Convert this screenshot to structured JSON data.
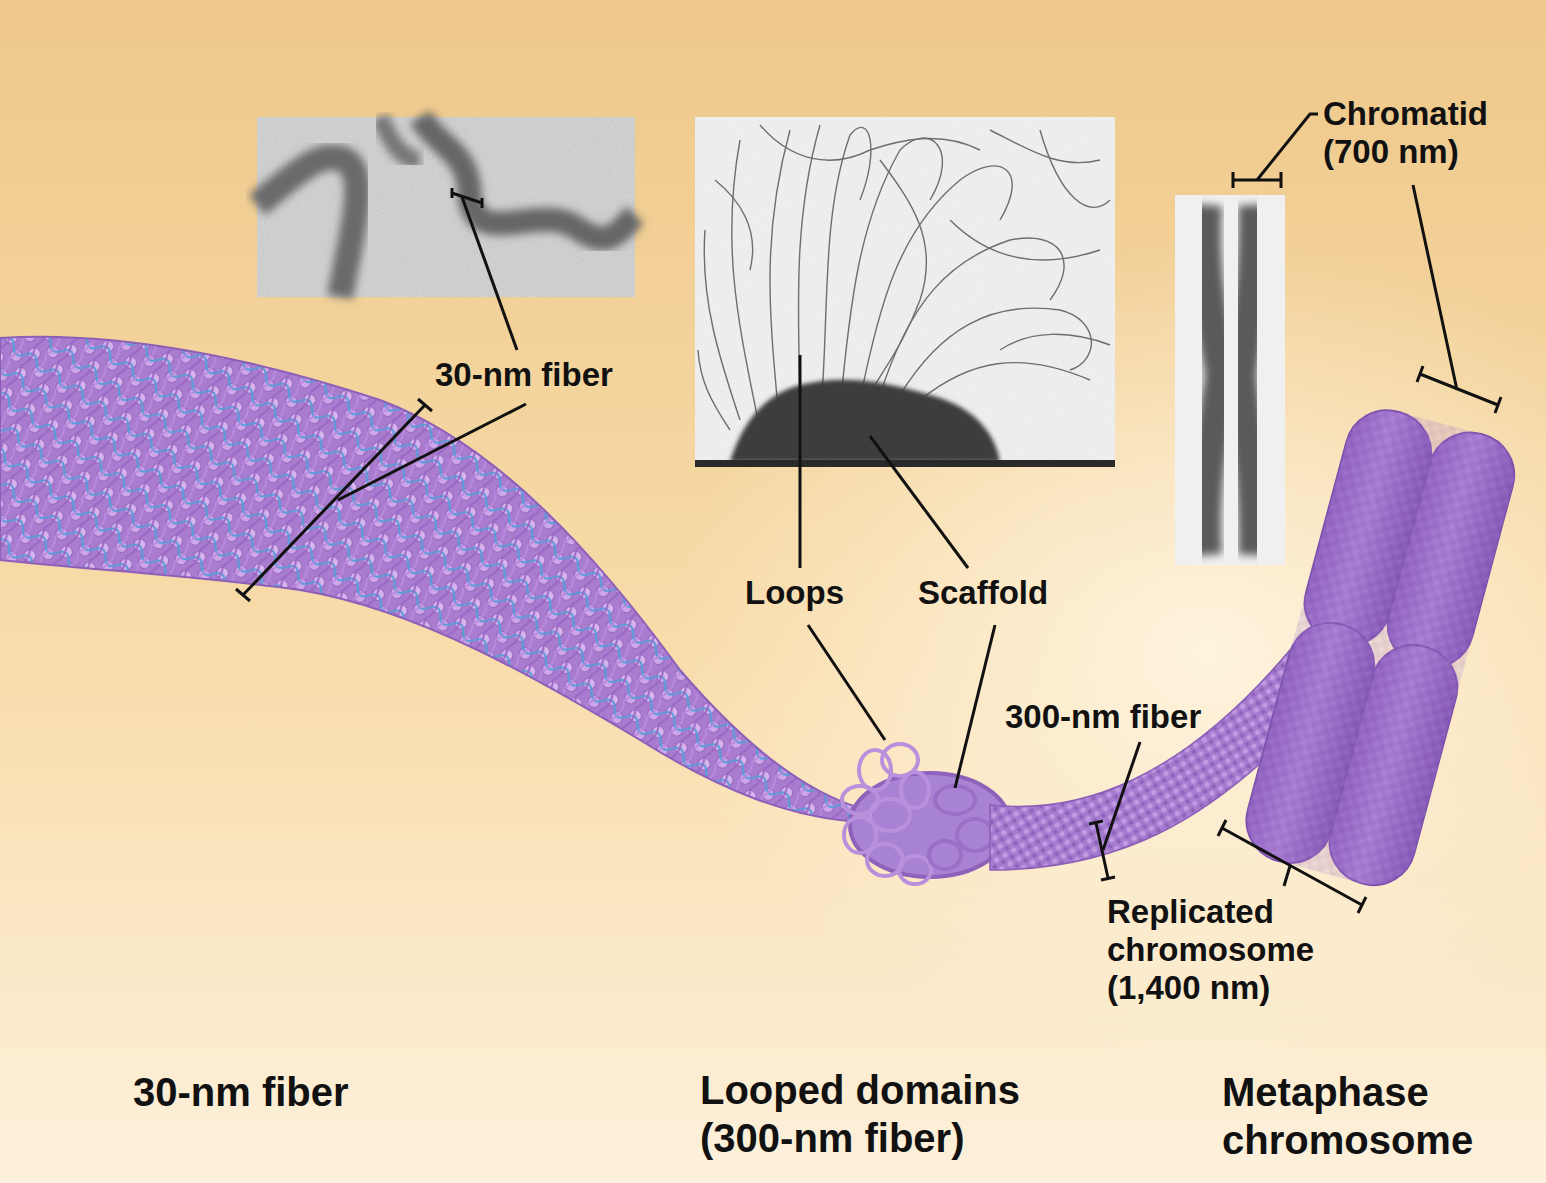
{
  "diagram": {
    "labels": [
      "30-nm fiber",
      "Loops",
      "Scaffold",
      "Chromatid (700 nm)",
      "300-nm fiber",
      "Replicated chromosome (1,400 nm)",
      "30-nm fiber",
      "Looped domains (300-nm fiber)",
      "Metaphase chromosome"
    ]
  }
}
